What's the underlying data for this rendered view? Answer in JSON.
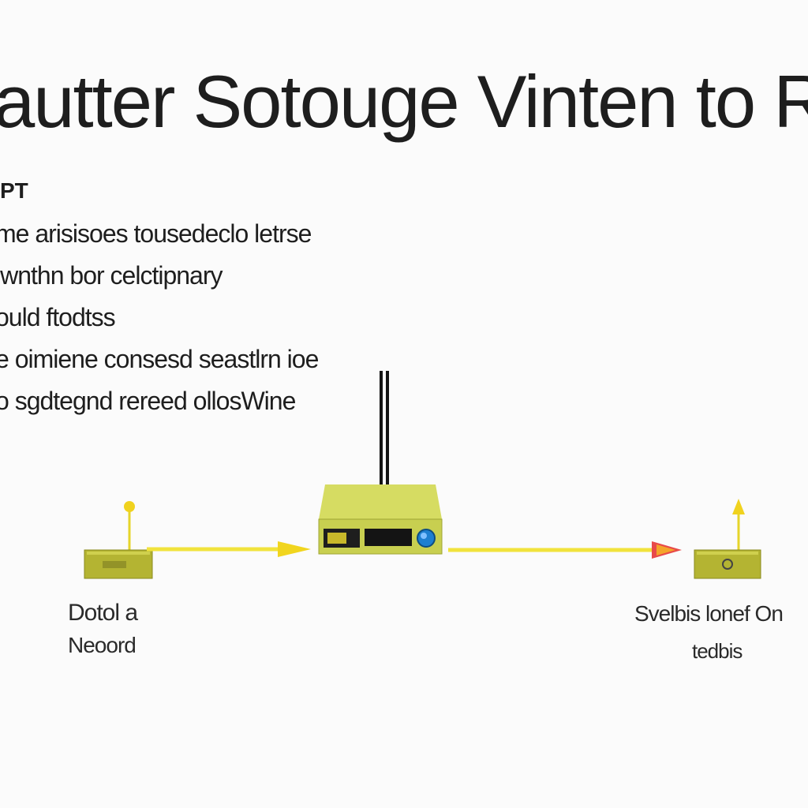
{
  "title": "autter Sotouge Vinten to Retber",
  "subhead": "PT",
  "paragraph": [
    "me arisisoes tousedeclo letrse",
    "jwnthn bor celctipnary",
    "ould ftodtss",
    "e oimiene consesd seastlrn ioe",
    "o sgdtegnd rereed ollosWine"
  ],
  "left_device": {
    "label_line1": "Dotol a",
    "label_line2": "Neoord"
  },
  "right_device": {
    "label_line1": "Svelbis lonef On",
    "label_line2": "tedbis"
  },
  "colors": {
    "device_fill": "#b4b432",
    "router_fill": "#c8cf50",
    "link_line": "#f1e33c",
    "arrow_tip": "#e84a4a",
    "led_blue": "#1d7fd0",
    "antenna": "#151515"
  }
}
